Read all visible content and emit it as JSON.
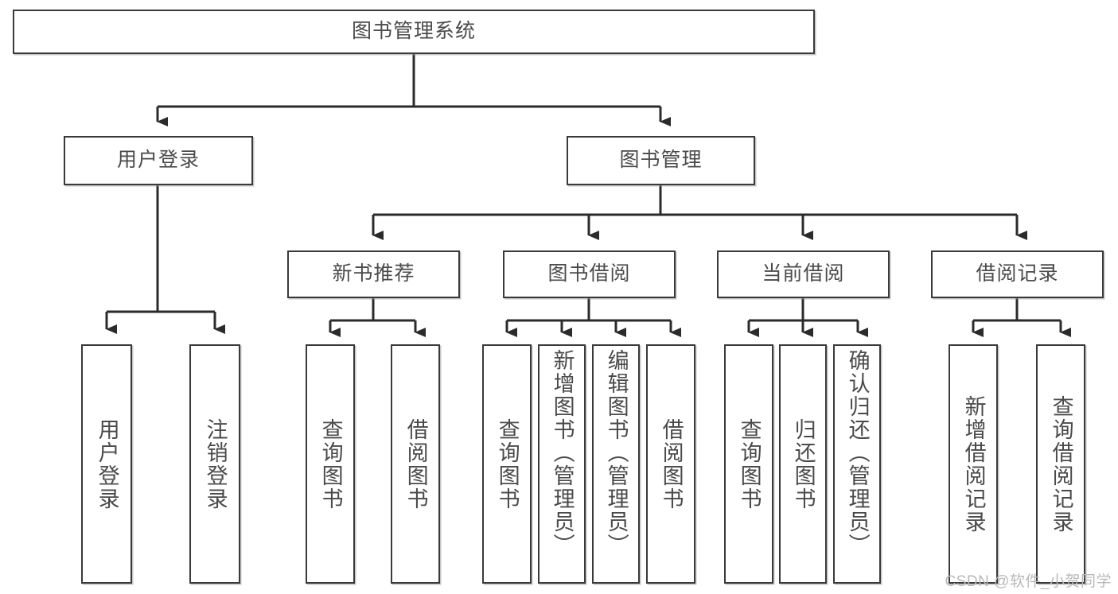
{
  "diagram": {
    "title": "图书管理系统",
    "watermark": "CSDN @软件_小贺同学",
    "colors": {
      "box_border": "#3a3a3a",
      "box_fill": "#ffffff",
      "text": "#4a4a4a",
      "edge": "#2b2b2b",
      "watermark": "#b9b9b9",
      "background": "#ffffff"
    },
    "root": {
      "label": "图书管理系统"
    },
    "level1": [
      {
        "label": "用户登录"
      },
      {
        "label": "图书管理"
      }
    ],
    "level2": [
      {
        "label": "新书推荐"
      },
      {
        "label": "图书借阅"
      },
      {
        "label": "当前借阅"
      },
      {
        "label": "借阅记录"
      }
    ],
    "leaves": {
      "user_login": [
        {
          "label": "用户登录"
        },
        {
          "label": "注销登录"
        }
      ],
      "new_book_recommend": [
        {
          "label": "查询图书"
        },
        {
          "label": "借阅图书"
        }
      ],
      "book_borrow": [
        {
          "label": "查询图书"
        },
        {
          "label": "新增图书（管理员）"
        },
        {
          "label": "编辑图书（管理员）"
        },
        {
          "label": "借阅图书"
        }
      ],
      "current_borrow": [
        {
          "label": "查询图书"
        },
        {
          "label": "归还图书"
        },
        {
          "label": "确认归还（管理员）"
        }
      ],
      "borrow_records": [
        {
          "label": "新增借阅记录"
        },
        {
          "label": "查询借阅记录"
        }
      ]
    }
  }
}
